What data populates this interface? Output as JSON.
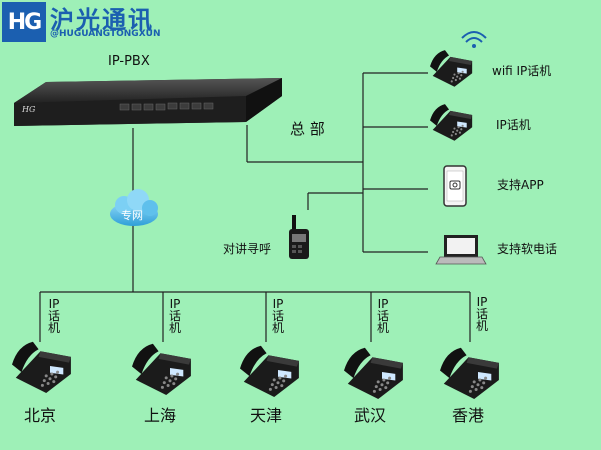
{
  "logo": {
    "badge": "HG",
    "cn": "沪光通讯",
    "en": "@HUGUANGTONGXUN"
  },
  "labels": {
    "pbx": "IP-PBX",
    "hq": "总 部",
    "cloud": "专网",
    "radio": "对讲寻呼",
    "wifi_phone": "wifi IP话机",
    "ip_phone": "IP话机",
    "app": "支持APP",
    "softphone": "支持软电话"
  },
  "branches": [
    {
      "city": "北京",
      "device": "IP话机"
    },
    {
      "city": "上海",
      "device": "IP话机"
    },
    {
      "city": "天津",
      "device": "IP话机"
    },
    {
      "city": "武汉",
      "device": "IP话机"
    },
    {
      "city": "香港",
      "device": "IP话机"
    }
  ],
  "colors": {
    "background": "#9ef0b7",
    "brand": "#1b5fb0",
    "line": "#222222",
    "cloud": "#4fb6e8"
  }
}
